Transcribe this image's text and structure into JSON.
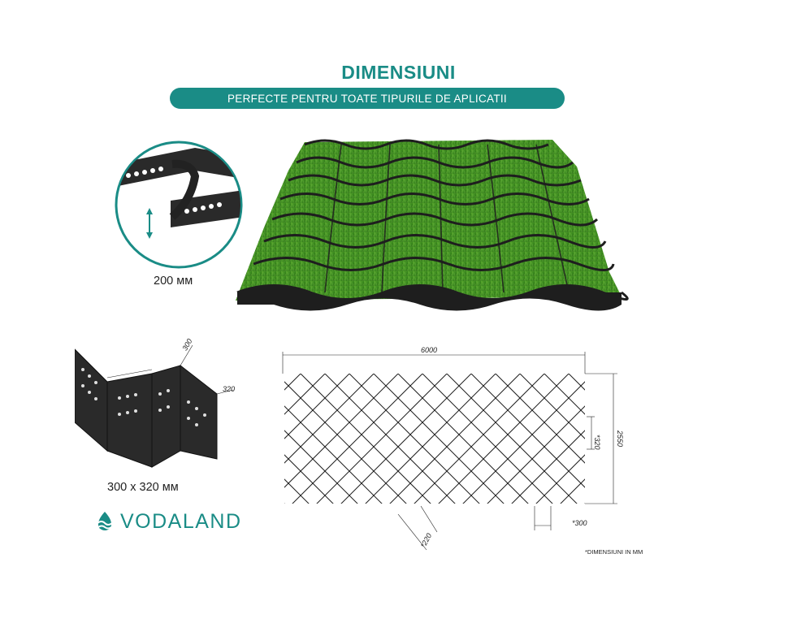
{
  "header": {
    "title": "DIMENSIUNI",
    "subtitle": "PERFECTE PENTRU TOATE TIPURILE DE APLICATII"
  },
  "captions": {
    "height": "200 мм",
    "cell": "300 x 320 мм"
  },
  "plan": {
    "width": "6000",
    "height": "2550",
    "cell_h": "*320",
    "cell_w": "*300",
    "diag": "*220",
    "note": "*DIMENSIUNI IN MM"
  },
  "brand": {
    "name": "VODALAND"
  },
  "colors": {
    "accent": "#1a8c86",
    "grass": "#3d8a22",
    "strip": "#1e1e1e"
  },
  "icons": {
    "height_arrow": "double-arrow-vertical",
    "logo": "wave-drop-icon"
  }
}
